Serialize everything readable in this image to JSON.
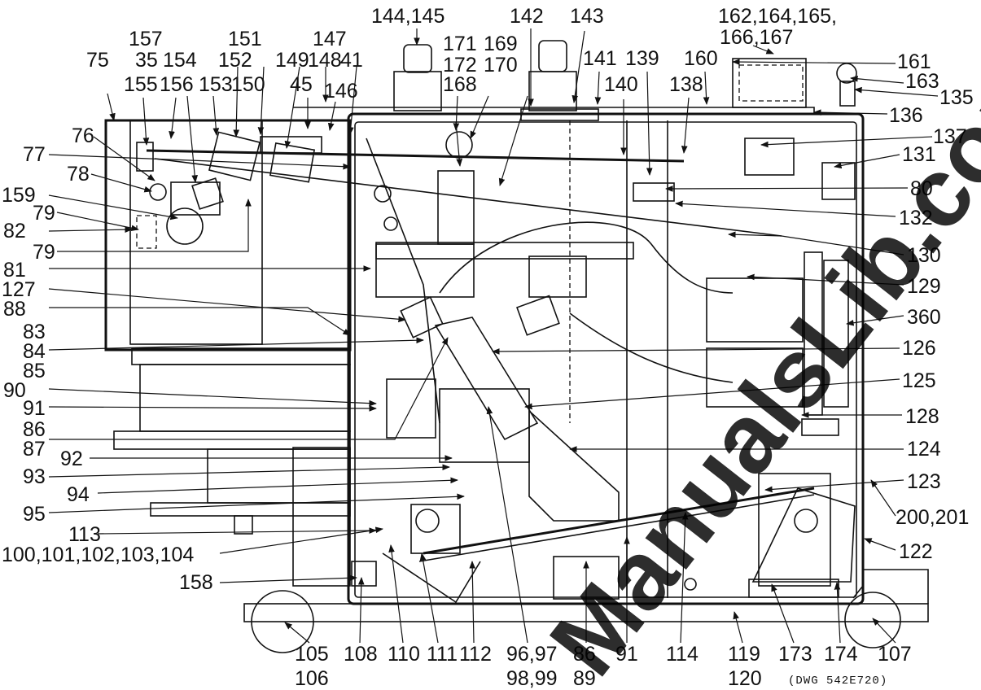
{
  "drawing_ref": "(DWG 542E720)",
  "watermark": "ManualsLib.com",
  "callouts": {
    "top": [
      "144,145",
      "142",
      "143",
      "141",
      "171",
      "172",
      "169",
      "170",
      "168",
      "157",
      "35",
      "151",
      "152",
      "147",
      "148",
      "149",
      "41",
      "75",
      "154",
      "153",
      "150",
      "45",
      "146",
      "155",
      "156",
      "139",
      "160",
      "138",
      "140",
      "162,164,165,",
      "166,167",
      "161",
      "163",
      "135",
      "136",
      "137"
    ],
    "left": [
      "76",
      "77",
      "78",
      "159",
      "79",
      "82",
      "79",
      "81",
      "127",
      "88",
      "83",
      "84",
      "85",
      "90",
      "91",
      "86",
      "87",
      "92",
      "93",
      "94",
      "95",
      "113",
      "100,101,102,103,104",
      "158"
    ],
    "right": [
      "131",
      "80",
      "132",
      "130",
      "129",
      "360",
      "126",
      "125",
      "128",
      "124",
      "123",
      "200,201",
      "122"
    ],
    "bottom": [
      "105",
      "106",
      "108",
      "110",
      "111",
      "112",
      "96,97",
      "98,99",
      "86",
      "89",
      "91",
      "114",
      "119",
      "120",
      "173",
      "174",
      "107"
    ]
  }
}
